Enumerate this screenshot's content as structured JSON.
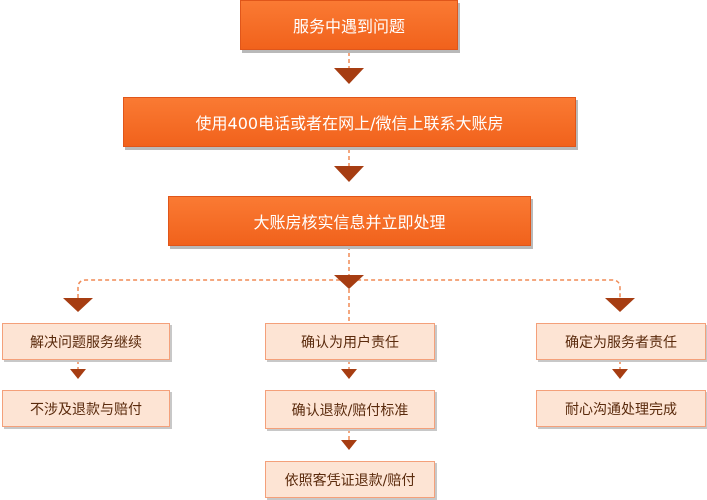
{
  "nodes": {
    "step1": "服务中遇到问题",
    "step2": "使用400电话或者在网上/微信上联系大账房",
    "step3": "大账房核实信息并立即处理",
    "left1": "解决问题服务继续",
    "left2": "不涉及退款与赔付",
    "mid1": "确认为用户责任",
    "mid2": "确认退款/赔付标准",
    "mid3": "依照客凭证退款/赔付",
    "right1": "确定为服务者责任",
    "right2": "耐心沟通处理完成"
  },
  "colors": {
    "primary": "#f46a24",
    "arrow": "#a63d12",
    "dashed_line": "#f08a55",
    "sub_fill": "#fde4d4",
    "sub_border": "#f4a07a"
  }
}
